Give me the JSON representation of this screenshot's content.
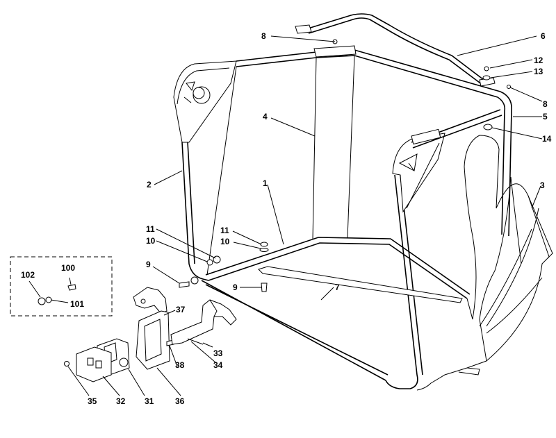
{
  "labels": {
    "l1": "1",
    "l2": "2",
    "l3": "3",
    "l4": "4",
    "l5": "5",
    "l6": "6",
    "l7": "7",
    "l8a": "8",
    "l8b": "8",
    "l9a": "9",
    "l9b": "9",
    "l10a": "10",
    "l10b": "10",
    "l11a": "11",
    "l11b": "11",
    "l12": "12",
    "l13": "13",
    "l14": "14",
    "l31": "31",
    "l32": "32",
    "l33": "33",
    "l34": "34",
    "l35": "35",
    "l36": "36",
    "l37": "37",
    "l38": "38",
    "l100": "100",
    "l101": "101",
    "l102": "102"
  }
}
